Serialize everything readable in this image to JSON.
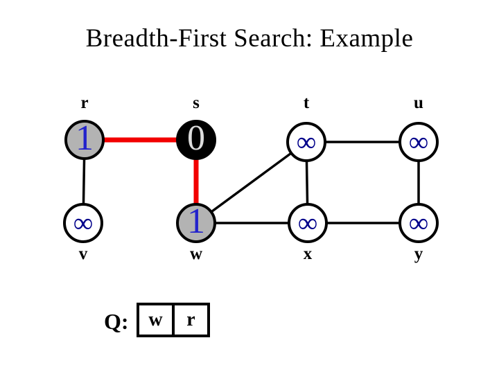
{
  "title": "Breadth-First Search: Example",
  "colors": {
    "background": "#ffffff",
    "title_text": "#000000",
    "edge_default": "#000000",
    "edge_highlight": "#f20000",
    "node_outline": "#000000",
    "node_fill_default": "#ffffff",
    "node_fill_visited_frontier": "#b3b3b3",
    "node_fill_source": "#000000",
    "distance_number_blue": "#2222cc",
    "infinity_blue": "#00008b",
    "source_zero_text": "#dcdcdc"
  },
  "graph": {
    "nodes": [
      {
        "id": "r",
        "label": "r",
        "value": "1",
        "fill": "gray"
      },
      {
        "id": "s",
        "label": "s",
        "value": "0",
        "fill": "black"
      },
      {
        "id": "t",
        "label": "t",
        "value": "∞",
        "fill": "white"
      },
      {
        "id": "u",
        "label": "u",
        "value": "∞",
        "fill": "white"
      },
      {
        "id": "v",
        "label": "v",
        "value": "∞",
        "fill": "white"
      },
      {
        "id": "w",
        "label": "w",
        "value": "1",
        "fill": "gray"
      },
      {
        "id": "x",
        "label": "x",
        "value": "∞",
        "fill": "white"
      },
      {
        "id": "y",
        "label": "y",
        "value": "∞",
        "fill": "white"
      }
    ],
    "edges": [
      {
        "from": "r",
        "to": "s",
        "highlighted": true
      },
      {
        "from": "s",
        "to": "w",
        "highlighted": true
      },
      {
        "from": "r",
        "to": "v",
        "highlighted": false
      },
      {
        "from": "w",
        "to": "t",
        "highlighted": false
      },
      {
        "from": "w",
        "to": "x",
        "highlighted": false
      },
      {
        "from": "t",
        "to": "u",
        "highlighted": false
      },
      {
        "from": "t",
        "to": "x",
        "highlighted": false
      },
      {
        "from": "u",
        "to": "y",
        "highlighted": false
      },
      {
        "from": "x",
        "to": "y",
        "highlighted": false
      }
    ]
  },
  "queue": {
    "label": "Q:",
    "items": [
      "w",
      "r"
    ]
  }
}
